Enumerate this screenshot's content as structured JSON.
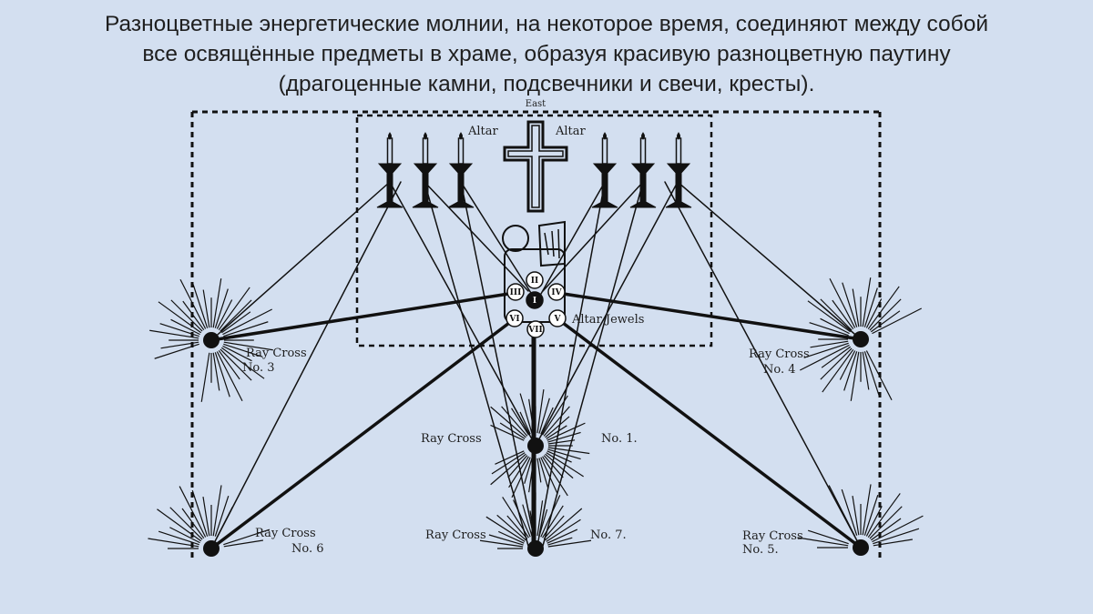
{
  "caption": {
    "line1": "Разноцветные энергетические молнии, на некоторое время, соединяют между собой",
    "line2": "все освящённые предметы в храме, образуя красивую разноцветную паутину",
    "line3": "(драгоценные камни, подсвечники и свечи, кресты)."
  },
  "diagram": {
    "east_label": "East",
    "altar_left": "Altar",
    "altar_right": "Altar",
    "altar_jewels": "Altar Jewels",
    "jewel_numerals": [
      "I",
      "II",
      "III",
      "IV",
      "V",
      "VI",
      "VII"
    ],
    "rc3_title": "Ray Cross",
    "rc3_no": "No. 3",
    "rc4_title": "Ray Cross",
    "rc4_no": "No. 4",
    "rc1_title": "Ray Cross",
    "rc1_no": "No. 1.",
    "rc6_title": "Ray Cross",
    "rc6_no": "No. 6",
    "rc7_title": "Ray Cross",
    "rc7_no": "No. 7.",
    "rc5_title": "Ray Cross",
    "rc5_no": "No. 5."
  }
}
